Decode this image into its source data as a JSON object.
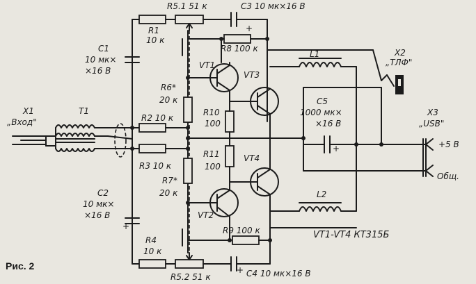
{
  "labels": {
    "r5_1": "R5.1 51 к",
    "c3": "С3 10 мк×16 В",
    "r1_name": "R1",
    "r1_value": "10 к",
    "c1_name": "С1",
    "c1_value": "10 мк×",
    "c1_voltage": "×16 В",
    "r8": "R8 100 к",
    "l1": "L1",
    "x2_name": "X2",
    "x2_type": "„ТЛФ\"",
    "vt1": "VT1",
    "vt3": "VT3",
    "r6_name": "R6*",
    "r6_value": "20 к",
    "r10_name": "R10",
    "r10_value": "100",
    "c5_name": "С5",
    "c5_value": "1000 мк×",
    "c5_voltage": "×16 В",
    "x3_name": "X3",
    "x3_type": "„USB\"",
    "x1_name": "X1",
    "x1_type": "„Вход\"",
    "t1": "T1",
    "r2": "R2 10 к",
    "plus5v": "+5 В",
    "r3": "R3 10 к",
    "r11_name": "R11",
    "r11_value": "100",
    "vt4": "VT4",
    "common": "Общ.",
    "r7_name": "R7*",
    "r7_value": "20 к",
    "c2_name": "С2",
    "c2_value": "10 мк×",
    "c2_voltage": "×16 В",
    "l2": "L2",
    "vt2": "VT2",
    "r9": "R9 100 к",
    "transistor_type": "VT1-VT4  КТ315Б",
    "r4_name": "R4",
    "r4_value": "10 к",
    "figure_caption": "Рис. 2",
    "r5_2": "R5.2 51 к",
    "c4": "С4 10 мк×16 В",
    "plus": "+"
  },
  "colors": {
    "ink": "#1b1b1b",
    "paper": "#e9e7e0"
  }
}
